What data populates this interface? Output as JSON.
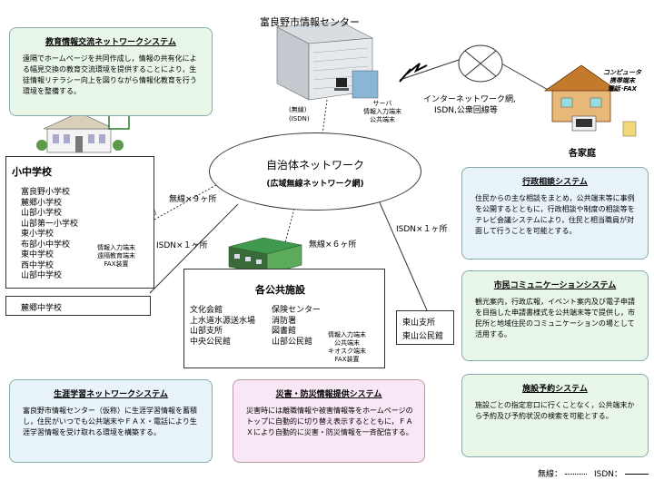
{
  "center": {
    "name": "富良野市情報センター",
    "server_labels": [
      "サーバ",
      "情報入力端末",
      "公共端末"
    ],
    "link_label_1": "(無線)",
    "link_label_2": "(ISDN)"
  },
  "internet": {
    "label_1": "インターネットワーク網,",
    "label_2": "ISDN,公衆回線等"
  },
  "home": {
    "devices": [
      "コンピュータ",
      "携帯端末",
      "電話･FAX"
    ],
    "label": "各家庭"
  },
  "network": {
    "title": "自治体ネットワーク",
    "subtitle": "(広域無線ネットワーク網)"
  },
  "links": {
    "wireless_9": "無線×９ヶ所",
    "isdn_1_a": "ISDN×１ヶ所",
    "wireless_6": "無線×６ヶ所",
    "isdn_1_b": "ISDN×１ヶ所"
  },
  "schools": {
    "title": "小中学校",
    "items": [
      "富良野小学校",
      "麓郷小学校",
      "山部小学校",
      "山部第一小学校",
      "東小学校",
      "布部小中学校",
      "東中学校",
      "西中学校",
      "山部中学校"
    ],
    "terminal_labels": [
      "情報入力端末",
      "遠隔教育端末",
      "FAX装置"
    ],
    "extra": "麓郷中学校"
  },
  "facilities": {
    "title": "各公共施設",
    "col1": [
      "文化会館",
      "上水道水源送水場",
      "山部支所",
      "中央公民館"
    ],
    "col2": [
      "保険センター",
      "消防署",
      "図書館",
      "山部公民館"
    ],
    "terminal_labels": [
      "情報入力端末",
      "公共端末",
      "キオスク端末",
      "FAX装置"
    ],
    "east": [
      "東山支所",
      "東山公民館"
    ]
  },
  "panels": {
    "edu": {
      "title": "教育情報交流ネットワークシステム",
      "body": "遠隔でホームページを共同作成し，情報の共有化による幅見交換の教育交流環境を提供することにより，生徒情報リテラシー向上を図りながら情報化教育を行う環境を整備する。"
    },
    "admin": {
      "title": "行政相談システム",
      "body": "住民からの主な相談をまとめ，公共端末等に事例を公開するとともに，行政相談や制度の相談等をテレビ会議システムにより，住民と相当職員が対面して行うことを可能とする。"
    },
    "community": {
      "title": "市民コミュニケーションシステム",
      "body": "観光案内，行政広報，イベント案内及び電子申請を目指した申請書様式を公共端末等で提供し，市民所と地域住民のコミュニケーションの場として活用する。"
    },
    "lifelong": {
      "title": "生涯学習ネットワークシステム",
      "body": "富良野市情報センター（仮称）に生涯学習情報を蓄積し，住民がいつでも公共端末やＦＡＸ・電話により生涯学習情報を受け取れる環境を構築する。"
    },
    "disaster": {
      "title": "災害・防災情報提供システム",
      "body": "災害時には離職情報や被害情報等をホームページのトップに自動的に切り替え表示するとともに，ＦＡＸにより自動的に災害・防災情報を一斉配信する。"
    },
    "reservation": {
      "title": "施設予約システム",
      "body": "施設ごとの指定窓口に行くことなく，公共端末から予約及び予約状況の検索を可能とする。"
    }
  },
  "legend": {
    "wireless": "無線：",
    "isdn": "ISDN："
  }
}
